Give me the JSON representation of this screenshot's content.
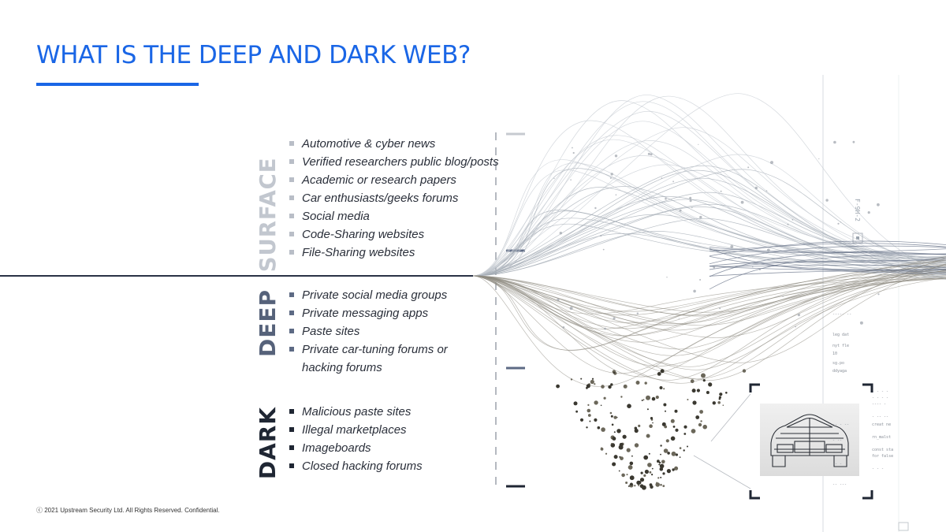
{
  "slide": {
    "title": "WHAT IS THE DEEP AND DARK WEB?",
    "footer": "ⓒ 2021 Upstream Security Ltd. All Rights Reserved. Confidential.",
    "side_code": "F-9H-2"
  },
  "layers": [
    {
      "label": "SURFACE",
      "color": "#c2c7cf",
      "items": [
        "Automotive & cyber news",
        "Verified researchers public blog/posts",
        "Academic or research papers",
        "Car enthusiasts/geeks forums",
        "Social media",
        "Code-Sharing websites",
        "File-Sharing websites"
      ]
    },
    {
      "label": "DEEP",
      "color": "#56627a",
      "items": [
        "Private social media groups",
        "Private messaging apps",
        "Paste sites",
        "Private car-tuning forums or hacking forums"
      ]
    },
    {
      "label": "DARK",
      "color": "#1f2633",
      "items": [
        "Malicious paste sites",
        "Illegal marketplaces",
        "Imageboards",
        "Closed hacking forums"
      ]
    }
  ],
  "colors": {
    "accent": "#1a66e6",
    "surface": "#c2c7cf",
    "deep": "#56627a",
    "dark": "#1f2633"
  },
  "icons": {
    "car": "car-wireframe-icon"
  }
}
